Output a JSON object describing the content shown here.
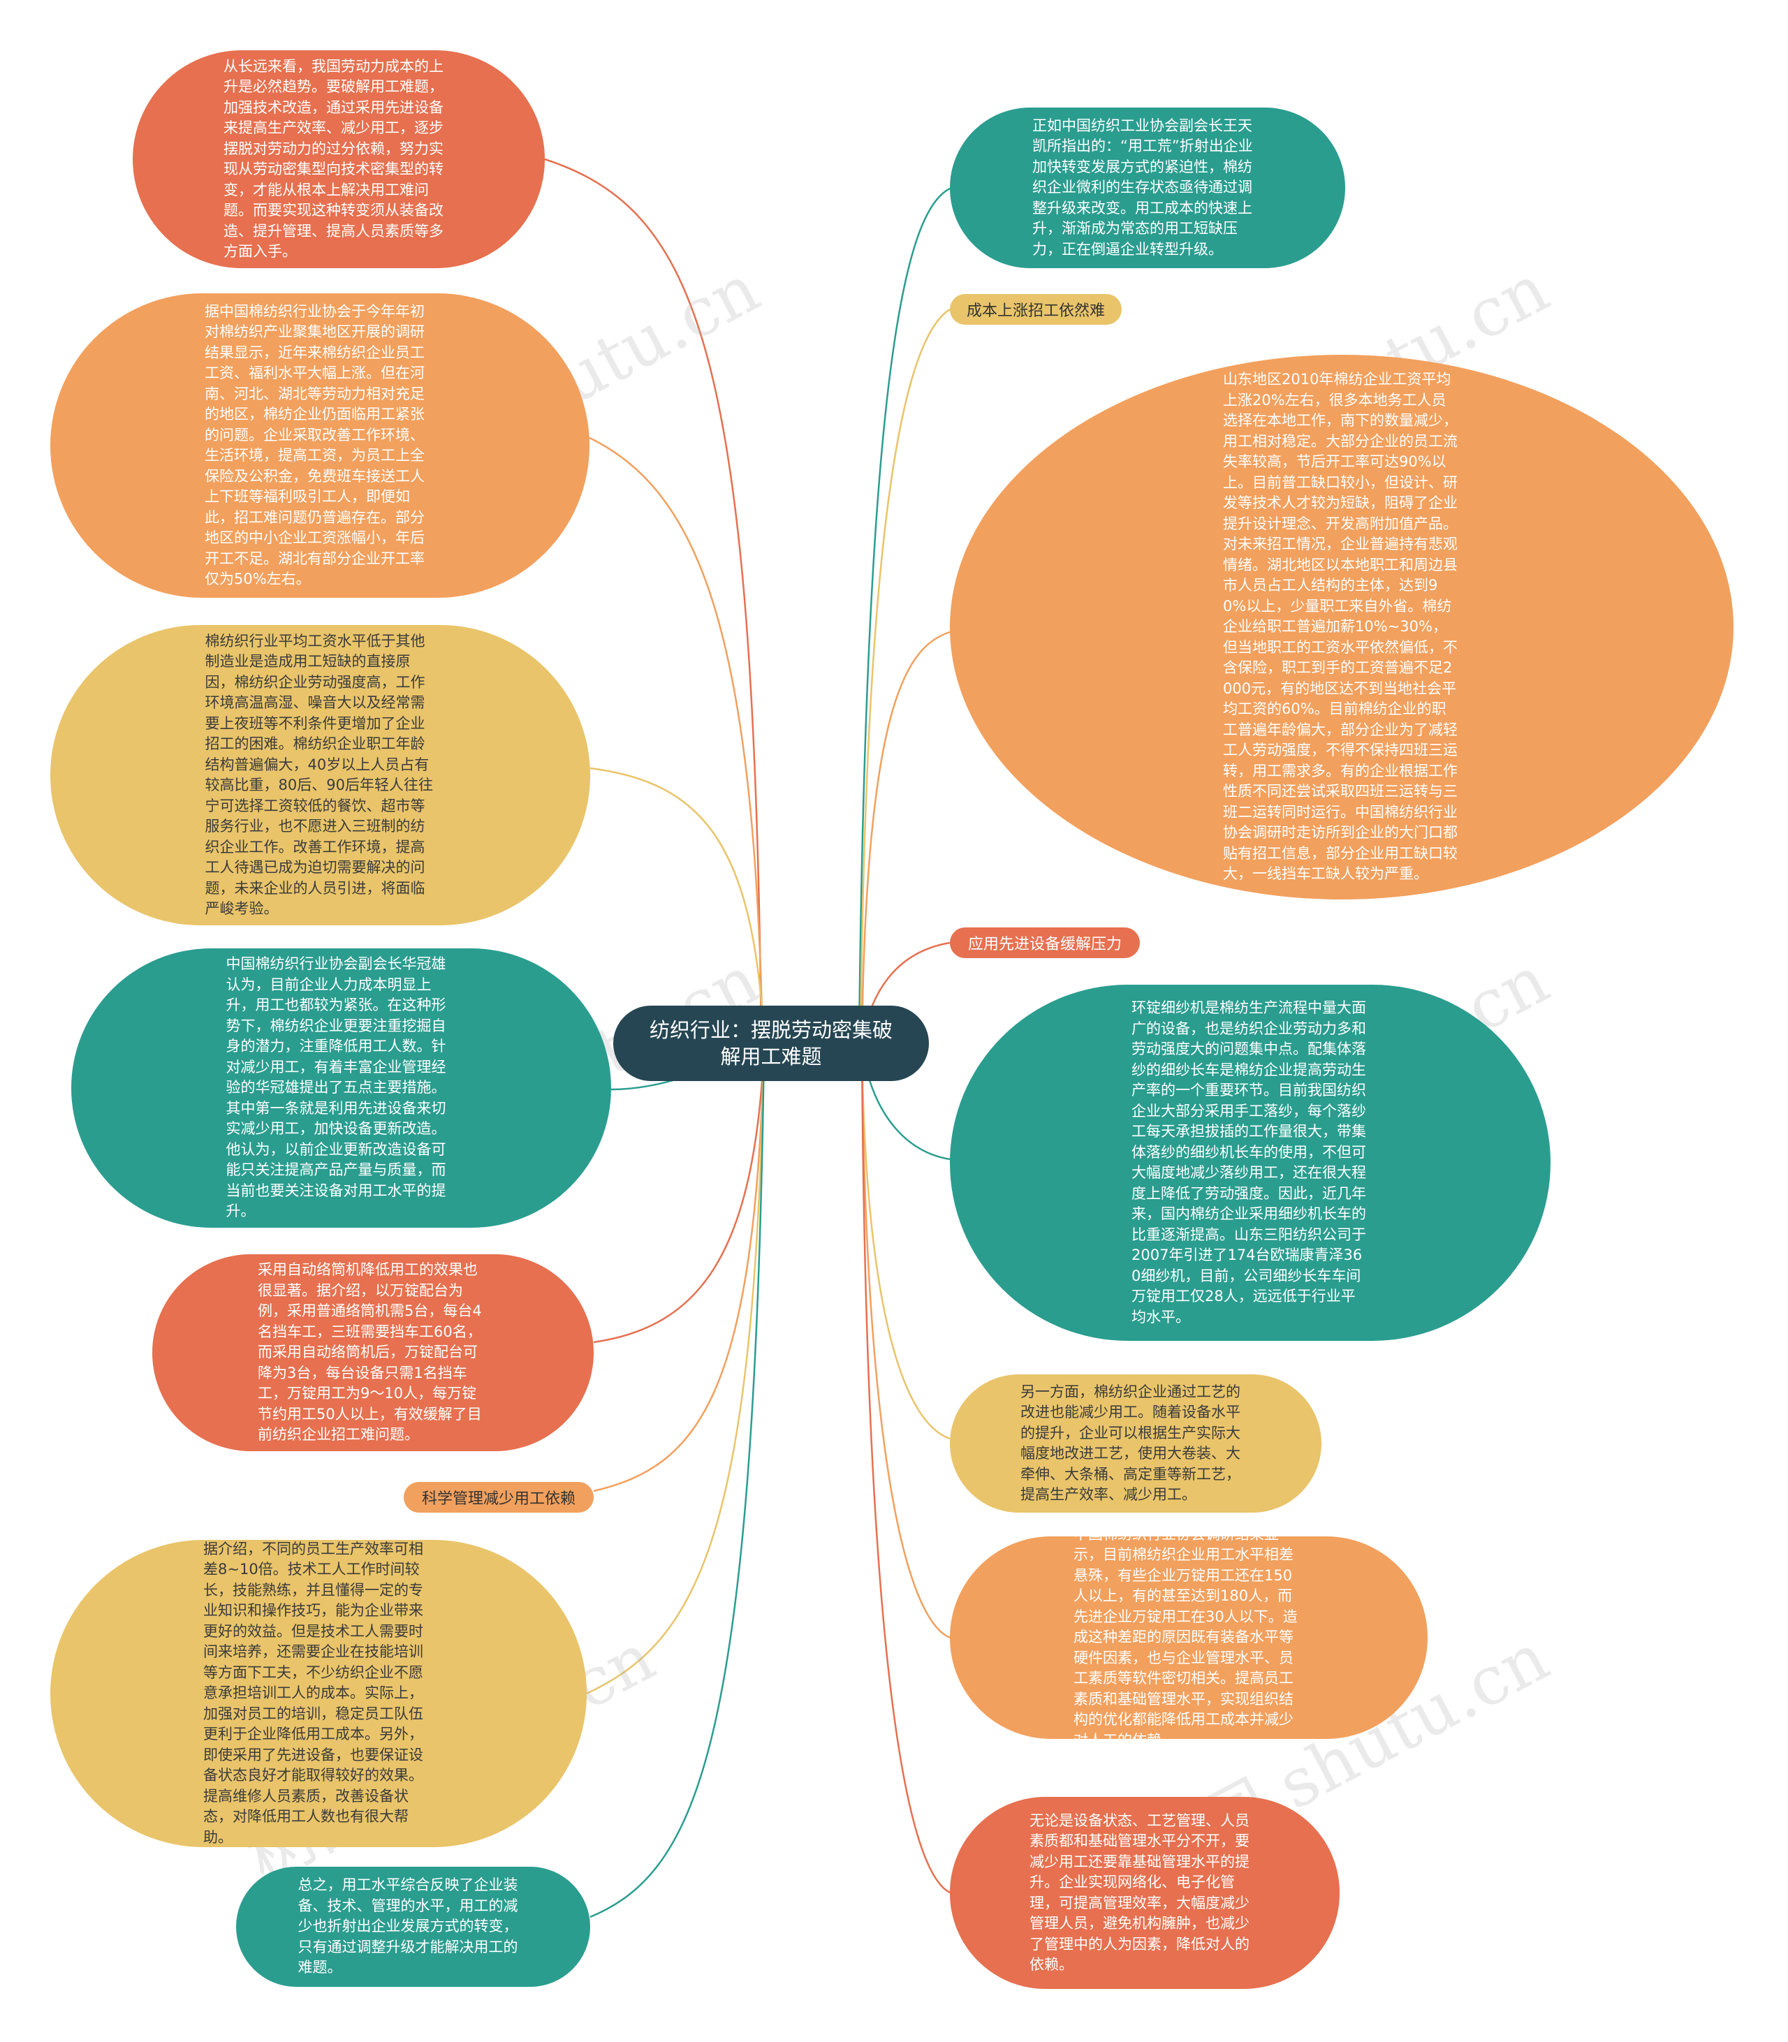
{
  "center": "纺织行业：摆脱劳动密集破解用工难题",
  "tags": {
    "t1": "成本上涨招工依然难",
    "t2": "应用先进设备缓解压力",
    "t3": "科学管理减少用工依赖"
  },
  "nodes": {
    "l1": "从长远来看，我国劳动力成本的上升是必然趋势。要破解用工难题，加强技术改造，通过采用先进设备来提高生产效率、减少用工，逐步摆脱对劳动力的过分依赖，努力实现从劳动密集型向技术密集型的转变，才能从根本上解决用工难问题。而要实现这种转变须从装备改造、提升管理、提高人员素质等多方面入手。",
    "l2": "据中国棉纺织行业协会于今年年初对棉纺织产业聚集地区开展的调研结果显示，近年来棉纺织企业员工工资、福利水平大幅上涨。但在河南、河北、湖北等劳动力相对充足的地区，棉纺企业仍面临用工紧张的问题。企业采取改善工作环境、生活环境，提高工资，为员工上全保险及公积金，免费班车接送工人上下班等福利吸引工人，即便如此，招工难问题仍普遍存在。部分地区的中小企业工资涨幅小，年后开工不足。湖北有部分企业开工率仅为50%左右。",
    "l3": "棉纺织行业平均工资水平低于其他制造业是造成用工短缺的直接原因，棉纺织企业劳动强度高，工作环境高温高湿、噪音大以及经常需要上夜班等不利条件更增加了企业招工的困难。棉纺织企业职工年龄结构普遍偏大，40岁以上人员占有较高比重，80后、90后年轻人往往宁可选择工资较低的餐饮、超市等服务行业，也不愿进入三班制的纺织企业工作。改善工作环境，提高工人待遇已成为迫切需要解决的问题，未来企业的人员引进，将面临严峻考验。",
    "l4": "中国棉纺织行业协会副会长华冠雄认为，目前企业人力成本明显上升，用工也都较为紧张。在这种形势下，棉纺织企业更要注重挖掘自身的潜力，注重降低用工人数。针对减少用工，有着丰富企业管理经验的华冠雄提出了五点主要措施。其中第一条就是利用先进设备来切实减少用工，加快设备更新改造。他认为，以前企业更新改造设备可能只关注提高产品产量与质量，而当前也要关注设备对用工水平的提升。",
    "l5": "采用自动络筒机降低用工的效果也很显著。据介绍，以万锭配台为例，采用普通络筒机需5台，每台4名挡车工，三班需要挡车工60名，而采用自动络筒机后，万锭配台可降为3台，每台设备只需1名挡车工，万锭用工为9～10人，每万锭节约用工50人以上，有效缓解了目前纺织企业招工难问题。",
    "l6": "据介绍，不同的员工生产效率可相差8~10倍。技术工人工作时间较长，技能熟练，并且懂得一定的专业知识和操作技巧，能为企业带来更好的效益。但是技术工人需要时间来培养，还需要企业在技能培训等方面下工夫，不少纺织企业不愿意承担培训工人的成本。实际上，加强对员工的培训，稳定员工队伍更利于企业降低用工成本。另外，即使采用了先进设备，也要保证设备状态良好才能取得较好的效果。提高维修人员素质，改善设备状态，对降低用工人数也有很大帮助。",
    "l7": "总之，用工水平综合反映了企业装备、技术、管理的水平，用工的减少也折射出企业发展方式的转变，只有通过调整升级才能解决用工的难题。",
    "r1": "正如中国纺织工业协会副会长王天凯所指出的：“用工荒”折射出企业加快转变发展方式的紧迫性，棉纺织企业微利的生存状态亟待通过调整升级来改变。用工成本的快速上升，渐渐成为常态的用工短缺压力，正在倒逼企业转型升级。",
    "r2": "山东地区2010年棉纺企业工资平均上涨20%左右，很多本地务工人员选择在本地工作，南下的数量减少，用工相对稳定。大部分企业的员工流失率较高，节后开工率可达90%以上。目前普工缺口较小，但设计、研发等技术人才较为短缺，阻碍了企业提升设计理念、开发高附加值产品。对未来招工情况，企业普遍持有悲观情绪。湖北地区以本地职工和周边县市人员占工人结构的主体，达到90%以上，少量职工来自外省。棉纺企业给职工普遍加薪10%~30%，但当地职工的工资水平依然偏低，不含保险，职工到手的工资普遍不足2000元，有的地区达不到当地社会平均工资的60%。目前棉纺企业的职工普遍年龄偏大，部分企业为了减轻工人劳动强度，不得不保持四班三运转，用工需求多。有的企业根据工作性质不同还尝试采取四班三运转与三班二运转同时运行。中国棉纺织行业协会调研时走访所到企业的大门口都贴有招工信息，部分企业用工缺口较大，一线挡车工缺人较为严重。",
    "r3": "环锭细纱机是棉纺生产流程中量大面广的设备，也是纺织企业劳动力多和劳动强度大的问题集中点。配集体落纱的细纱长车是棉纺企业提高劳动生产率的一个重要环节。目前我国纺织企业大部分采用手工落纱，每个落纱工每天承担拔插的工作量很大，带集体落纱的细纱机长车的使用，不但可大幅度地减少落纱用工，还在很大程度上降低了劳动强度。因此，近几年来，国内棉纺企业采用细纱机长车的比重逐渐提高。山东三阳纺织公司于2007年引进了174台欧瑞康青泽360细纱机，目前，公司细纱长车车间万锭用工仅28人，远远低于行业平均水平。",
    "r4": "另一方面，棉纺织企业通过工艺的改进也能减少用工。随着设备水平的提升，企业可以根据生产实际大幅度地改进工艺，使用大卷装、大牵伸、大条桶、高定重等新工艺，提高生产效率、减少用工。",
    "r5": "中国棉纺织行业协会调研结果显示，目前棉纺织企业用工水平相差悬殊，有些企业万锭用工还在150人以上，有的甚至达到180人，而先进企业万锭用工在30人以下。造成这种差距的原因既有装备水平等硬件因素，也与企业管理水平、员工素质等软件密切相关。提高员工素质和基础管理水平，实现组织结构的优化都能降低用工成本并减少对人工的依赖。",
    "r6": "无论是设备状态、工艺管理、人员素质都和基础管理水平分不开，要减少用工还要靠基础管理水平的提升。企业实现网络化、电子化管理，可提高管理效率，大幅度减少管理人员，避免机构臃肿，也减少了管理中的人为因素，降低对人的依赖。"
  },
  "watermark": "树图 shutu.cn",
  "colors": {
    "orange": "#e6704f",
    "light_orange": "#f2a05d",
    "yellow": "#e9c46a",
    "teal": "#2a9d8f",
    "center": "#264653"
  }
}
